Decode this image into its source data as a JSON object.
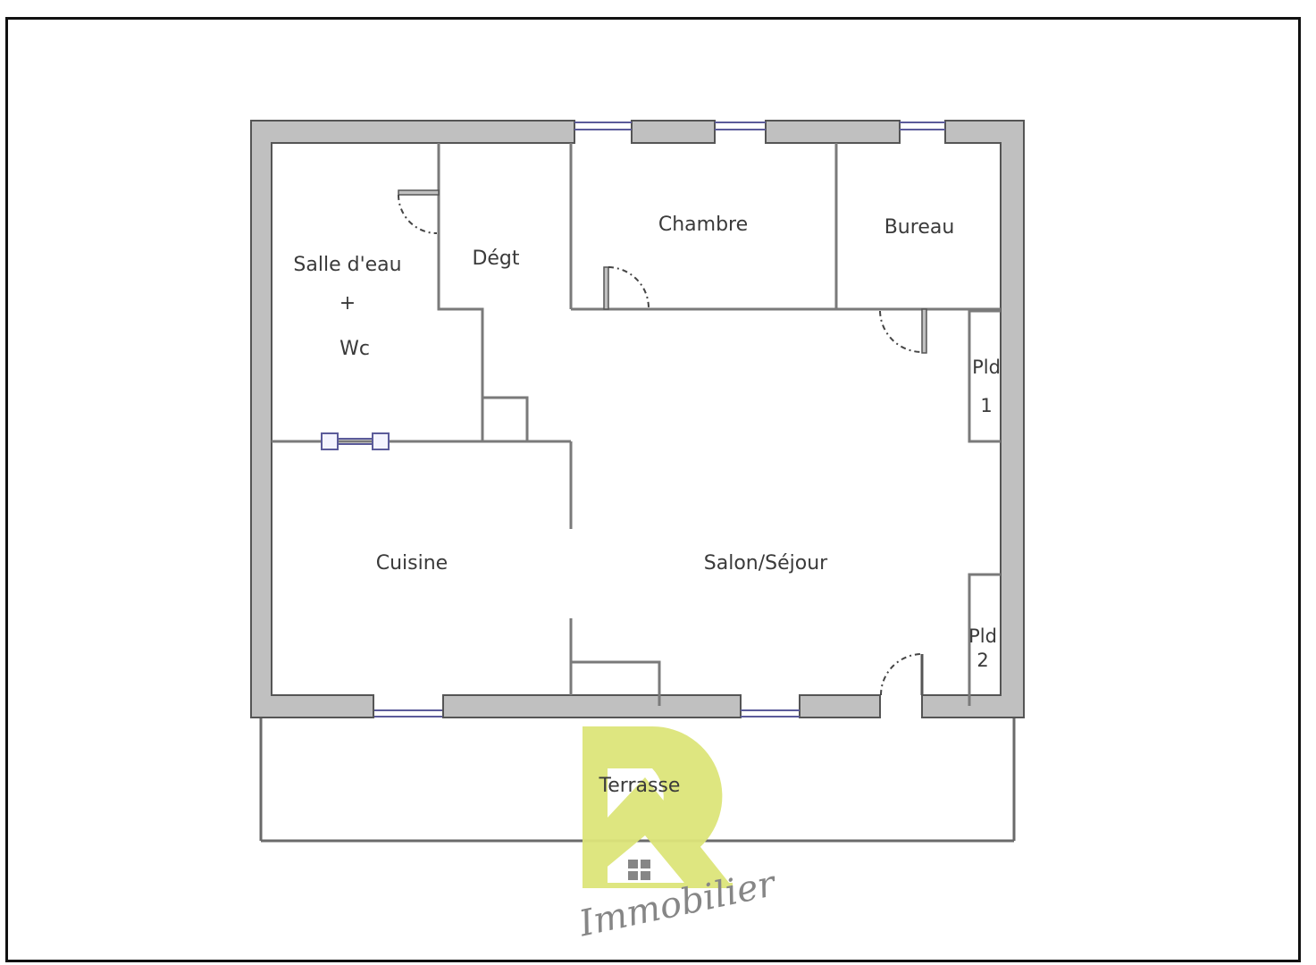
{
  "plan": {
    "title": "Floor plan",
    "colors": {
      "wall_fill": "#c0c0c0",
      "wall_stroke": "#555555",
      "partition": "#7a7a7a",
      "window": "#5b5b9a",
      "label": "#3a3a3a",
      "frame": "#111111",
      "logo_green": "#dde57a",
      "logo_gray": "#808080"
    },
    "rooms": {
      "salle_deau_line1": "Salle d'eau",
      "salle_deau_line2": "+",
      "salle_deau_line3": "Wc",
      "degt": "Dégt",
      "chambre": "Chambre",
      "bureau": "Bureau",
      "pld1_line1": "Pld",
      "pld1_line2": "1",
      "cuisine": "Cuisine",
      "salon": "Salon/Séjour",
      "pld2_line1": "Pld",
      "pld2_line2": "2",
      "terrasse": "Terrasse"
    }
  },
  "logo": {
    "letter": "R",
    "script_text": "Immobilier"
  }
}
